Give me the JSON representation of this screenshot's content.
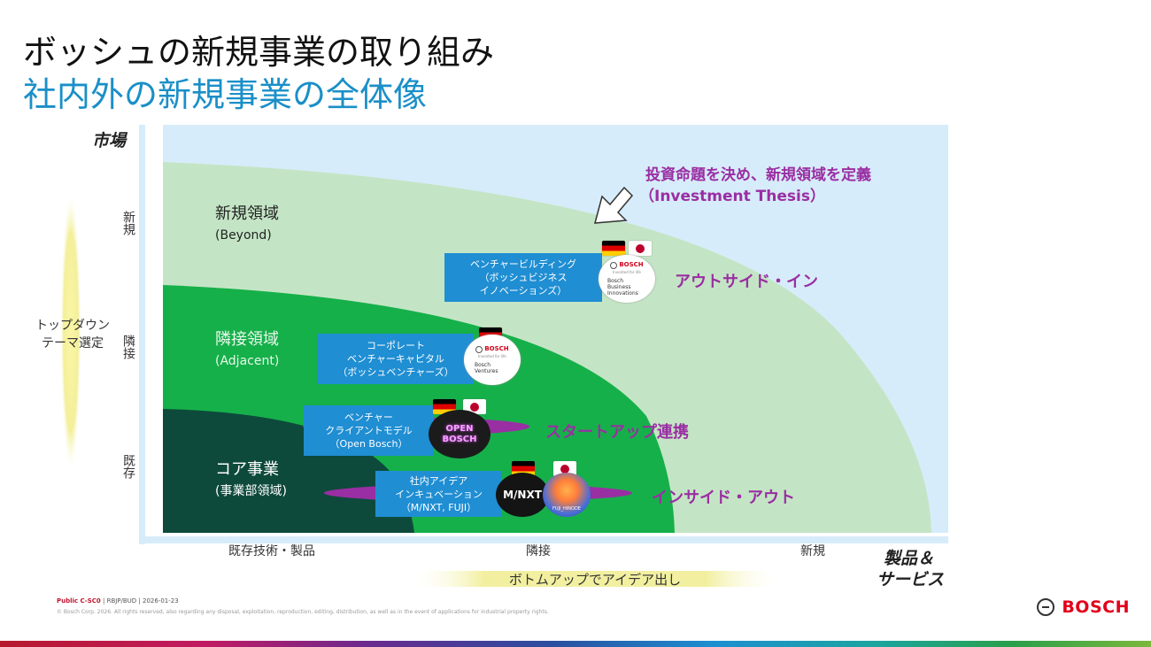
{
  "title_line1": "ボッシュの新規事業の取り組み",
  "title_line2": "社内外の新規事業の全体像",
  "axes": {
    "y_title": "市場",
    "y_ticks": [
      "新規",
      "隣接",
      "既存"
    ],
    "x_title_line1": "製品＆",
    "x_title_line2": "サービス",
    "x_ticks": [
      "既存技術・製品",
      "隣接",
      "新規"
    ],
    "left_ellipse_label_line1": "トップダウン",
    "left_ellipse_label_line2": "テーマ選定",
    "bottom_ellipse_label": "ボトムアップでアイデア出し"
  },
  "zones": {
    "beyond": {
      "name": "新規領域",
      "sub": "(Beyond)"
    },
    "adjacent": {
      "name": "隣接領域",
      "sub": "(Adjacent)"
    },
    "core": {
      "name": "コア事業",
      "sub": "(事業部領域)"
    }
  },
  "boxes": {
    "bbi": {
      "line1": "ベンチャービルディング",
      "line2": "（ボッシュビジネス",
      "line3": "イノベーションズ）"
    },
    "bv": {
      "line1": "コーポレート",
      "line2": "ベンチャーキャピタル",
      "line3": "（ボッシュベンチャーズ）"
    },
    "ob": {
      "line1": "ベンチャー",
      "line2": "クライアントモデル",
      "line3": "（Open Bosch）"
    },
    "mnxt": {
      "line1": "社内アイデア",
      "line2": "インキュベーション",
      "line3": "（M/NXT, FUJI）"
    }
  },
  "logos": {
    "bbi": {
      "head": "BOSCH",
      "tag": "Invented for life",
      "line1": "Bosch",
      "line2": "Business",
      "line3": "Innovations"
    },
    "bv": {
      "head": "BOSCH",
      "tag": "Invented for life",
      "line1": "Bosch",
      "line2": "Ventures"
    },
    "ob": {
      "line1": "OPEN",
      "line2": "BOSCH"
    },
    "mnxt": {
      "text": "M/NXT"
    },
    "fuji": {
      "text": "FUJI_HINODE"
    }
  },
  "annotations": {
    "thesis_line1": "投資命題を決め、新規領域を定義",
    "thesis_line2": "（Investment Thesis）",
    "outside_in": "アウトサイド・イン",
    "startup": "スタートアップ連携",
    "inside_out": "インサイド・アウト"
  },
  "footer": {
    "classification": "Public C-SC0",
    "meta": " | RBJP/BUD | 2026-01-23",
    "copyright": "© Bosch Corp. 2026. All rights reserved, also regarding any disposal, exploitation, reproduction, editing, distribution, as well as in the event of applications for industrial property rights.",
    "brand": "BOSCH"
  },
  "colors": {
    "sky": "#d7ecfa",
    "light_green": "#c4e5c5",
    "green": "#16b04a",
    "dark_green": "#0d4a3c",
    "blue_box": "#1f8ed3",
    "purple": "#9a2ea3",
    "title_blue": "#1a8fc8",
    "brand_red": "#e2001a"
  }
}
